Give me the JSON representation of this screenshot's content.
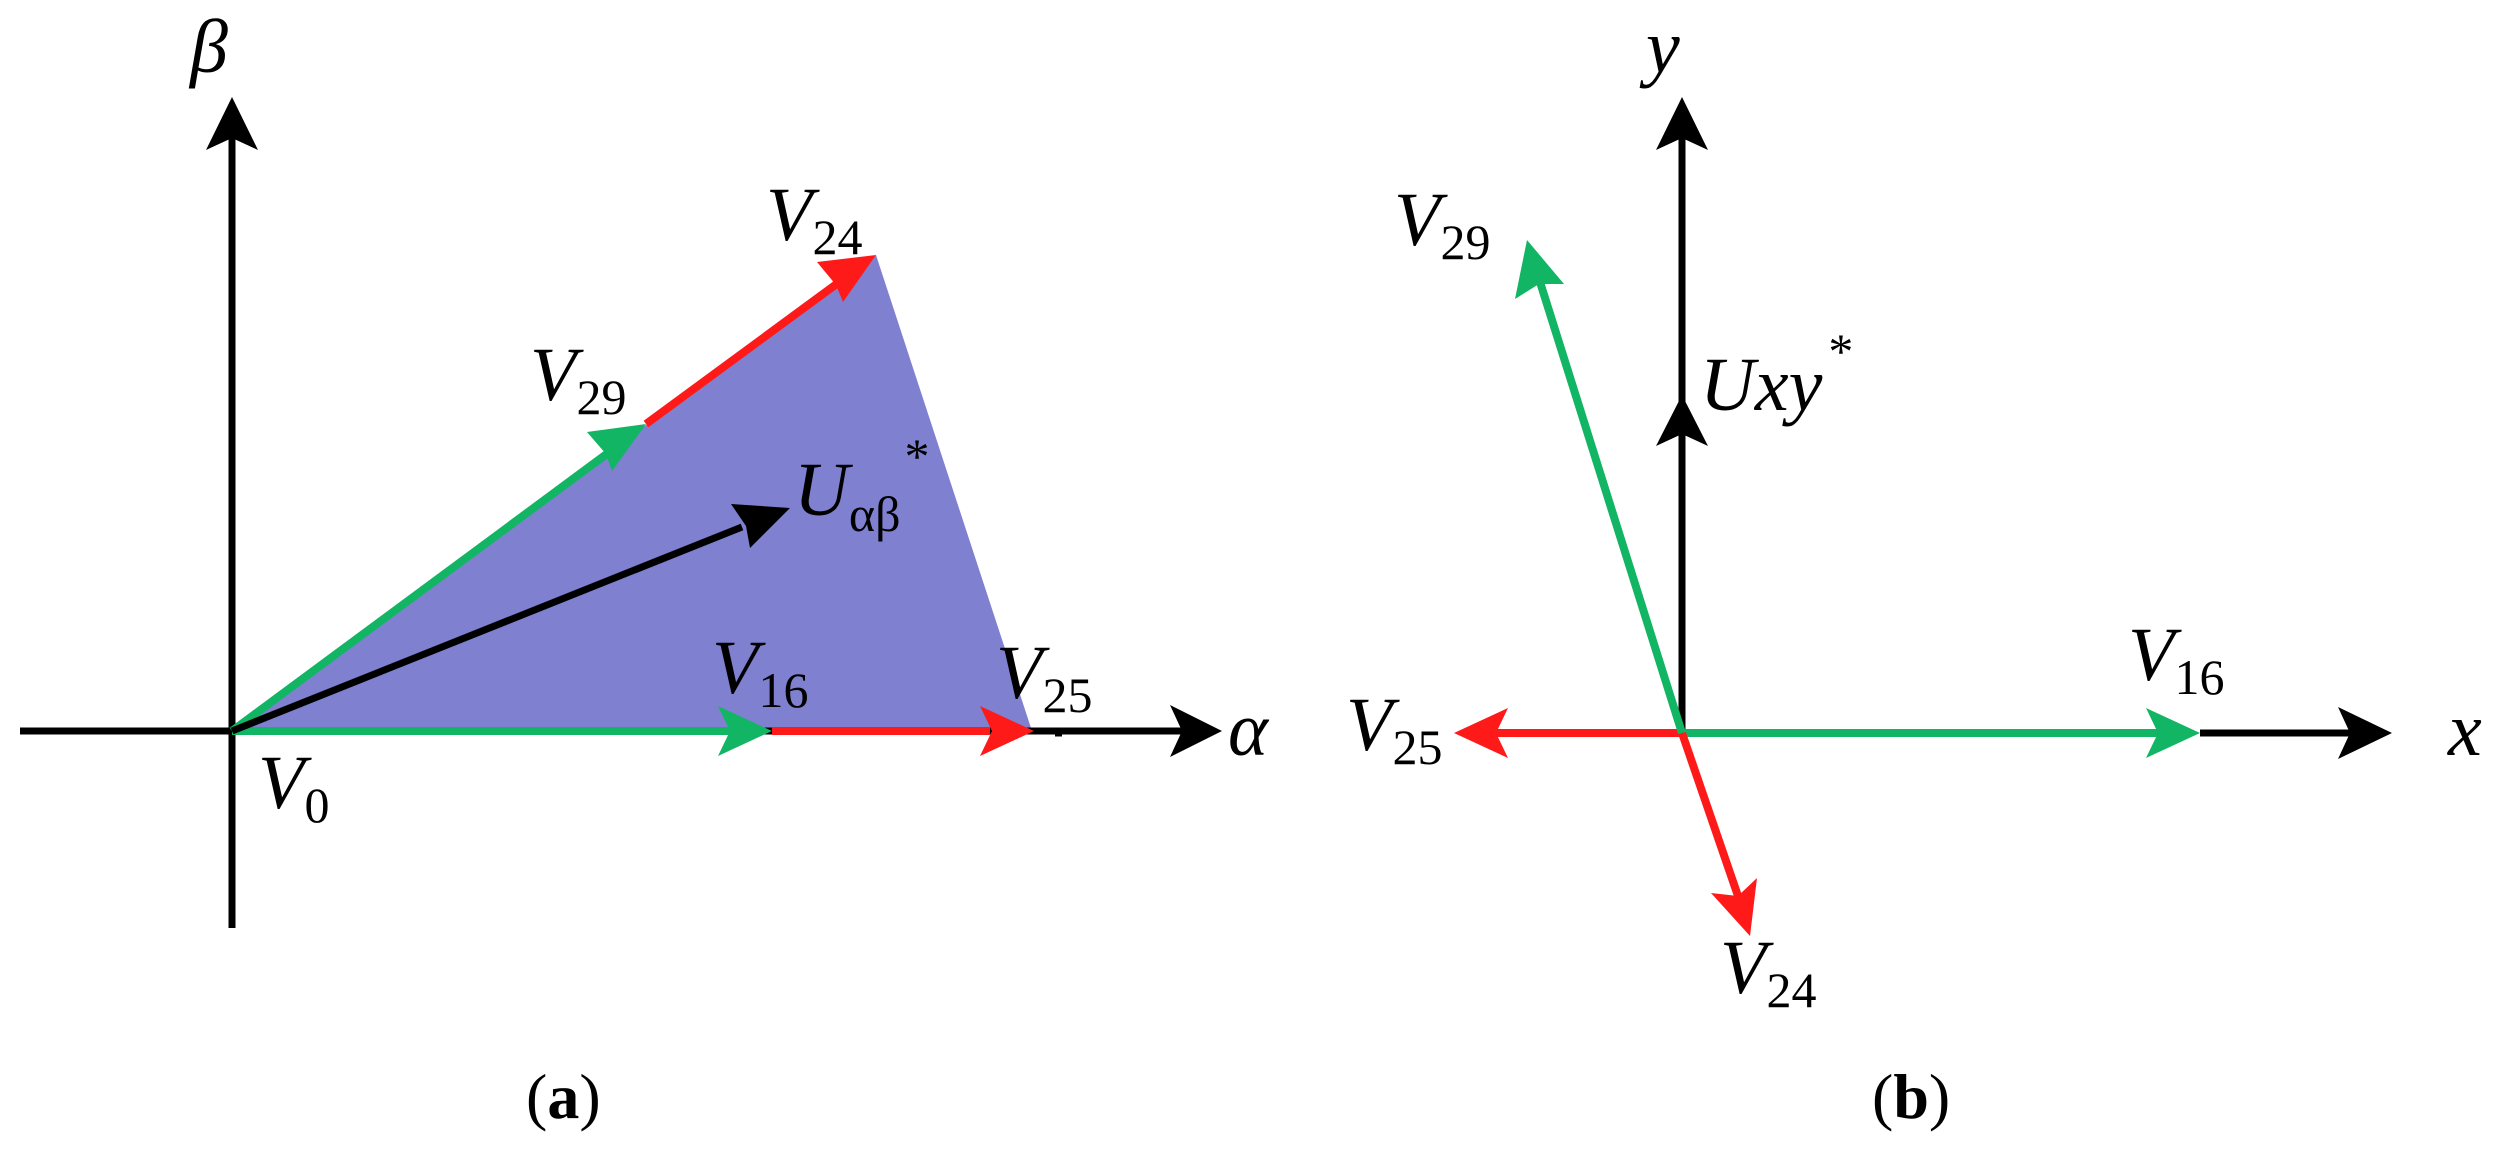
{
  "colors": {
    "axis": "#000000",
    "green": "#11B564",
    "red": "#FF1A1A",
    "fill": "#7F80CF"
  },
  "panel_a": {
    "caption_open": "(",
    "caption_letter": "a",
    "caption_close": ")",
    "axis_h": "α",
    "axis_v": "β",
    "v0": {
      "base": "V",
      "sub": "0"
    },
    "v16": {
      "base": "V",
      "sub": "16"
    },
    "v25": {
      "base": "V",
      "sub": "25"
    },
    "v29": {
      "base": "V",
      "sub": "29"
    },
    "v24": {
      "base": "V",
      "sub": "24"
    },
    "uref": {
      "base": "U",
      "sub": "αβ",
      "sup": "*"
    }
  },
  "panel_b": {
    "caption_open": "(",
    "caption_letter": "b",
    "caption_close": ")",
    "axis_h": "x",
    "axis_v": "y",
    "v16": {
      "base": "V",
      "sub": "16"
    },
    "v25": {
      "base": "V",
      "sub": "25"
    },
    "v29": {
      "base": "V",
      "sub": "29"
    },
    "v24": {
      "base": "V",
      "sub": "24"
    },
    "uref": {
      "base": "Uxy",
      "sup": "*"
    }
  }
}
